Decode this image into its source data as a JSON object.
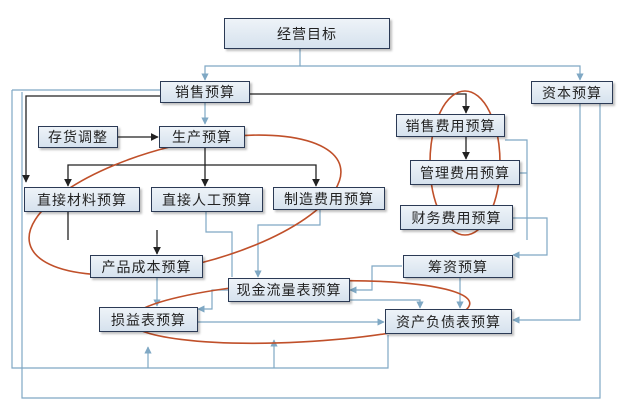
{
  "diagram": {
    "nodes": {
      "goal": "经营目标",
      "sales_budget": "销售预算",
      "capital_budget": "资本预算",
      "inventory_adjust": "存货调整",
      "production_budget": "生产预算",
      "selling_expense_budget": "销售费用预算",
      "admin_expense_budget": "管理费用预算",
      "finance_expense_budget": "财务费用预算",
      "direct_material_budget": "直接材料预算",
      "direct_labor_budget": "直接人工预算",
      "manufacturing_overhead_budget": "制造费用预算",
      "product_cost_budget": "产品成本预算",
      "financing_budget": "筹资预算",
      "cash_flow_budget": "现金流量表预算",
      "income_statement_budget": "损益表预算",
      "balance_sheet_budget": "资产负债表预算"
    },
    "colors": {
      "box_border": "#2b3a55",
      "box_fill_top": "#eef3f8",
      "box_fill_bottom": "#d6e2ee",
      "arrow_dark": "#222222",
      "arrow_light": "#7fa8c4",
      "ellipse": "#c0502a"
    }
  }
}
